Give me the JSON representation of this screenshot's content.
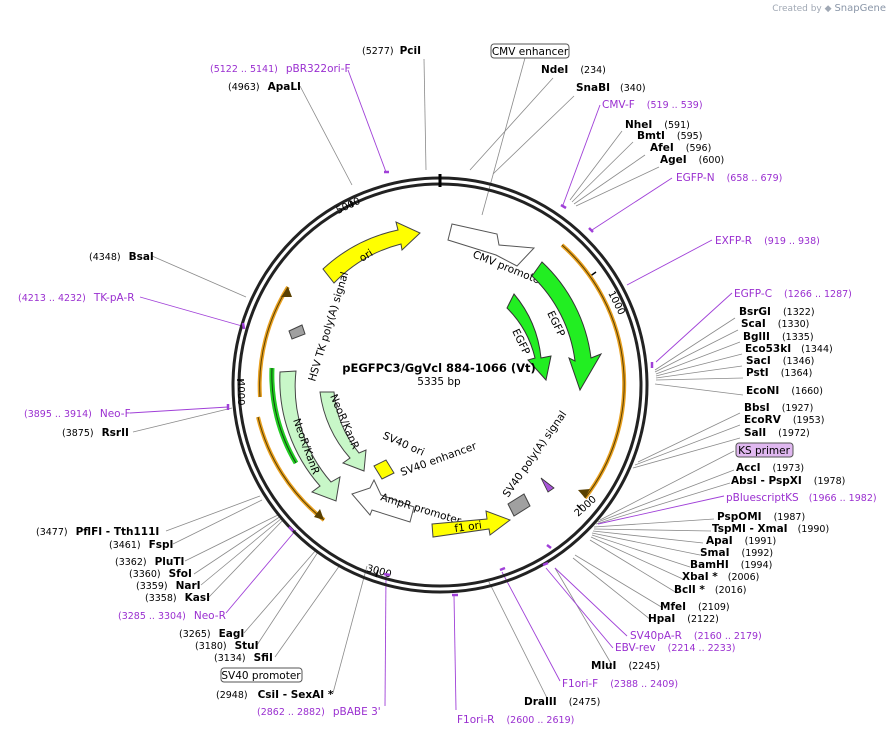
{
  "logo": {
    "prefix": "Created by",
    "brand": "SnapGene"
  },
  "plasmid": {
    "name": "pEGFPC3/GgVcl 884-1066 (Vt)",
    "size_label": "5335 bp",
    "length": 5335
  },
  "ticks": [
    "1000",
    "2000",
    "3000",
    "4000",
    "5000"
  ],
  "features": [
    {
      "name": "CMV enhancer",
      "type": "box",
      "color": "#ffffff"
    },
    {
      "name": "CMV promoter",
      "type": "arrow",
      "color": "#ffffff"
    },
    {
      "name": "EGFP",
      "type": "arrow",
      "color": "#22ee22"
    },
    {
      "name": "EGFP",
      "type": "arrow",
      "color": "#22ee22"
    },
    {
      "name": "SV40 poly(A) signal",
      "type": "arrow",
      "color": "#a855d8"
    },
    {
      "name": "f1 ori",
      "type": "arrow",
      "color": "#ffff00"
    },
    {
      "name": "AmpR promoter",
      "type": "arrow",
      "color": "#ffffff"
    },
    {
      "name": "SV40 promoter",
      "type": "box",
      "color": "#ffffff"
    },
    {
      "name": "SV40 enhancer",
      "type": "arrow",
      "color": "#ffffff"
    },
    {
      "name": "SV40 ori",
      "type": "arrow",
      "color": "#ffff00"
    },
    {
      "name": "NeoR/KanR",
      "type": "arrow",
      "color": "#c8f7c8"
    },
    {
      "name": "NeoR/KanR",
      "type": "arrow",
      "color": "#c8f7c8"
    },
    {
      "name": "HSV TK poly(A) signal",
      "type": "arrow",
      "color": "#a0a0a0"
    },
    {
      "name": "ori",
      "type": "arrow",
      "color": "#ffff00"
    },
    {
      "name": "KS primer",
      "type": "box",
      "color": "#e0b8f0"
    }
  ],
  "sites": [
    {
      "name": "PciI",
      "pos": "(5277)"
    },
    {
      "name": "NdeI",
      "pos": "(234)"
    },
    {
      "name": "SnaBI",
      "pos": "(340)"
    },
    {
      "name": "NheI",
      "pos": "(591)"
    },
    {
      "name": "BmtI",
      "pos": "(595)"
    },
    {
      "name": "AfeI",
      "pos": "(596)"
    },
    {
      "name": "AgeI",
      "pos": "(600)"
    },
    {
      "name": "BsrGI",
      "pos": "(1322)"
    },
    {
      "name": "ScaI",
      "pos": "(1330)"
    },
    {
      "name": "BglII",
      "pos": "(1335)"
    },
    {
      "name": "Eco53kI",
      "pos": "(1344)"
    },
    {
      "name": "SacI",
      "pos": "(1346)"
    },
    {
      "name": "PstI",
      "pos": "(1364)"
    },
    {
      "name": "EcoNI",
      "pos": "(1660)"
    },
    {
      "name": "BbsI",
      "pos": "(1927)"
    },
    {
      "name": "EcoRV",
      "pos": "(1953)"
    },
    {
      "name": "SalI",
      "pos": "(1972)"
    },
    {
      "name": "AccI",
      "pos": "(1973)"
    },
    {
      "name": "AbsI  - PspXI",
      "pos": "(1978)"
    },
    {
      "name": "PspOMI",
      "pos": "(1987)"
    },
    {
      "name": "TspMI  - XmaI",
      "pos": "(1990)"
    },
    {
      "name": "ApaI",
      "pos": "(1991)"
    },
    {
      "name": "SmaI",
      "pos": "(1992)"
    },
    {
      "name": "BamHI",
      "pos": "(1994)"
    },
    {
      "name": "XbaI *",
      "pos": "(2006)"
    },
    {
      "name": "BclI *",
      "pos": "(2016)"
    },
    {
      "name": "MfeI",
      "pos": "(2109)"
    },
    {
      "name": "HpaI",
      "pos": "(2122)"
    },
    {
      "name": "MluI",
      "pos": "(2245)"
    },
    {
      "name": "DraIII",
      "pos": "(2475)"
    },
    {
      "name": "CsiI  - SexAI *",
      "pos": "(2948)"
    },
    {
      "name": "SfiI",
      "pos": "(3134)"
    },
    {
      "name": "StuI",
      "pos": "(3180)"
    },
    {
      "name": "EagI",
      "pos": "(3265)"
    },
    {
      "name": "KasI",
      "pos": "(3358)"
    },
    {
      "name": "NarI",
      "pos": "(3359)"
    },
    {
      "name": "SfoI",
      "pos": "(3360)"
    },
    {
      "name": "PluTI",
      "pos": "(3362)"
    },
    {
      "name": "FspI",
      "pos": "(3461)"
    },
    {
      "name": "PflFI  - Tth111I",
      "pos": "(3477)"
    },
    {
      "name": "RsrII",
      "pos": "(3875)"
    },
    {
      "name": "BsaI",
      "pos": "(4348)"
    },
    {
      "name": "ApaLI",
      "pos": "(4963)"
    }
  ],
  "primers": [
    {
      "name": "pBR322ori-F",
      "range": "(5122 .. 5141)"
    },
    {
      "name": "CMV-F",
      "range": "(519 .. 539)"
    },
    {
      "name": "EGFP-N",
      "range": "(658 .. 679)"
    },
    {
      "name": "EXFP-R",
      "range": "(919 .. 938)"
    },
    {
      "name": "EGFP-C",
      "range": "(1266 .. 1287)"
    },
    {
      "name": "pBluescriptKS",
      "range": "(1966 .. 1982)"
    },
    {
      "name": "SV40pA-R",
      "range": "(2160 .. 2179)"
    },
    {
      "name": "EBV-rev",
      "range": "(2214 .. 2233)"
    },
    {
      "name": "F1ori-F",
      "range": "(2388 .. 2409)"
    },
    {
      "name": "F1ori-R",
      "range": "(2600 .. 2619)"
    },
    {
      "name": "pBABE 3'",
      "range": "(2862 .. 2882)"
    },
    {
      "name": "Neo-R",
      "range": "(3285 .. 3304)"
    },
    {
      "name": "Neo-F",
      "range": "(3895 .. 3914)"
    },
    {
      "name": "TK-pA-R",
      "range": "(4213 .. 4232)"
    }
  ]
}
